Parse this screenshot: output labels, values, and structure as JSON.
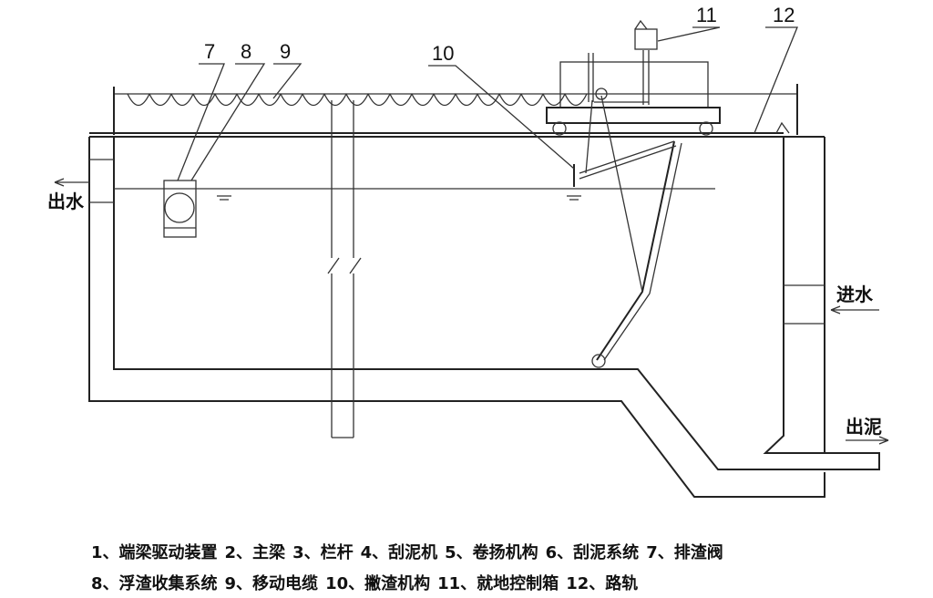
{
  "labels": {
    "n7": "7",
    "n8": "8",
    "n9": "9",
    "n10": "10",
    "n11": "11",
    "n12": "12",
    "outlet_water": "出水",
    "inlet_water": "进水",
    "outlet_sludge": "出泥"
  },
  "legend": {
    "line1": [
      "1、端梁驱动装置",
      "2、主梁",
      "3、栏杆",
      "4、刮泥机",
      "5、卷扬机构",
      "6、刮泥系统",
      "7、排渣阀"
    ],
    "line2": [
      "8、浮渣收集系统",
      "9、移动电缆",
      "10、撇渣机构",
      "11、就地控制箱",
      "12、路轨"
    ]
  }
}
